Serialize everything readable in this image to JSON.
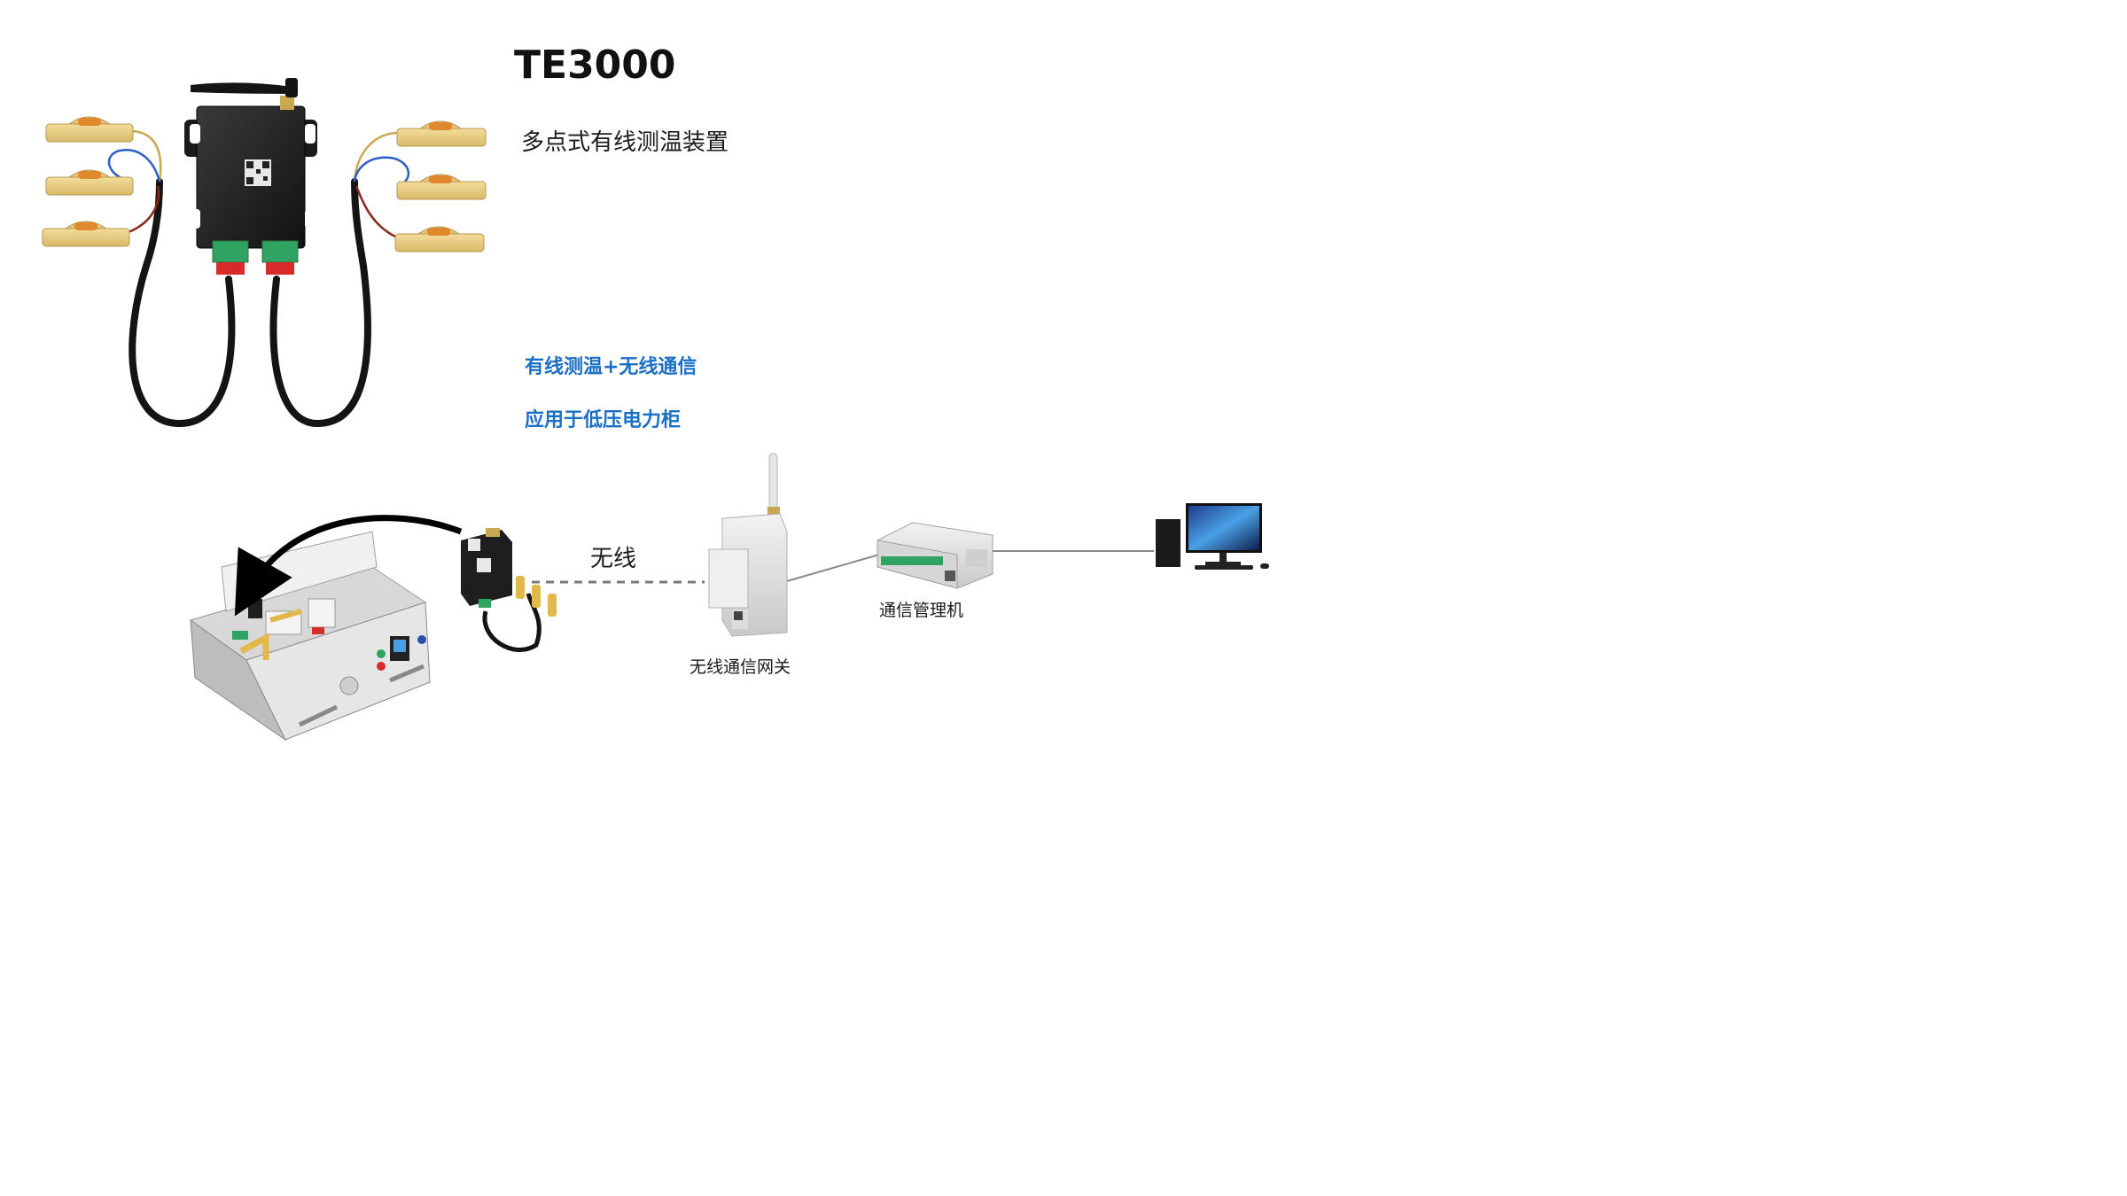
{
  "product": {
    "model": "TE3000",
    "subtitle": "多点式有线测温装置"
  },
  "features": [
    "有线测温+无线通信",
    "应用于低压电力柜"
  ],
  "diagram": {
    "link_label": "无线",
    "gateway_label": "无线通信网关",
    "manager_label": "通信管理机"
  },
  "colors": {
    "feature_text": "#1b6fc4",
    "sensor_body": "#e8cf86",
    "device_body": "#1e1e1e",
    "terminal_green": "#2fa360",
    "cable": "#141414"
  }
}
